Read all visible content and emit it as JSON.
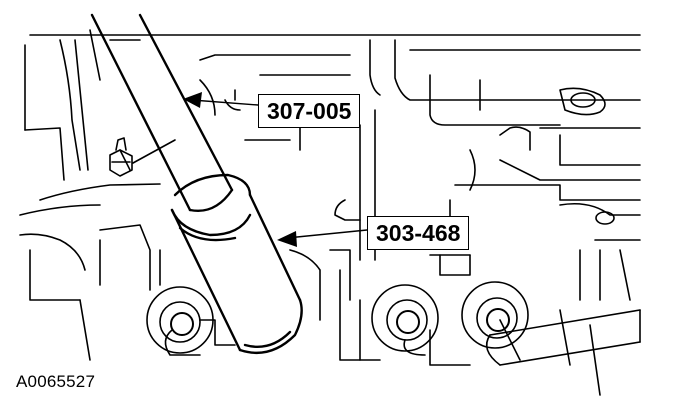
{
  "diagram": {
    "callouts": [
      {
        "label": "307-005"
      },
      {
        "label": "303-468"
      }
    ],
    "figure_id": "A0065527",
    "colors": {
      "line": "#000000",
      "background": "#ffffff"
    }
  }
}
